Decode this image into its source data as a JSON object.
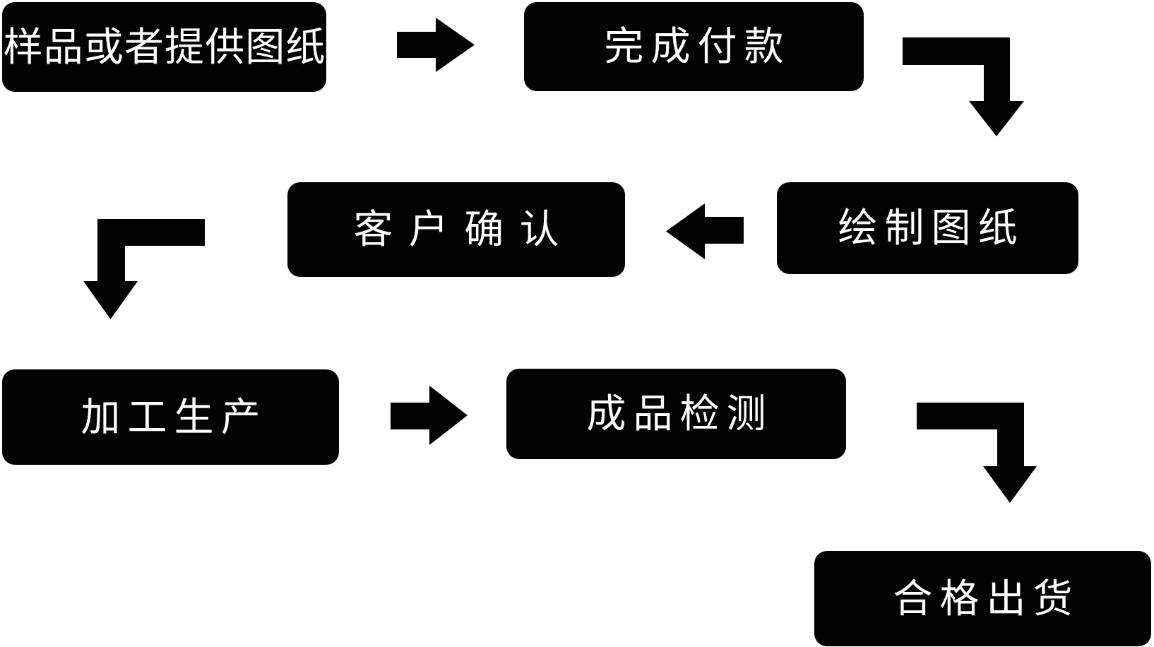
{
  "page": {
    "background_color": "#ffffff",
    "node_fill_color": "#030303",
    "node_text_color": "#ffffff"
  },
  "flowchart": {
    "nodes": [
      {
        "id": "step-1",
        "label": "样品或者提供图纸"
      },
      {
        "id": "step-2",
        "label": "完成付款"
      },
      {
        "id": "step-3",
        "label": "绘制图纸"
      },
      {
        "id": "step-4",
        "label": "客户确认"
      },
      {
        "id": "step-5",
        "label": "加工生产"
      },
      {
        "id": "step-6",
        "label": "成品检测"
      },
      {
        "id": "step-7",
        "label": "合格出货"
      }
    ],
    "edges": [
      {
        "from": "样品或者提供图纸",
        "to": "完成付款",
        "arrow_shape": "straight-right"
      },
      {
        "from": "完成付款",
        "to": "绘制图纸",
        "arrow_shape": "corner-right-down"
      },
      {
        "from": "绘制图纸",
        "to": "客户确认",
        "arrow_shape": "straight-left"
      },
      {
        "from": "客户确认",
        "to": "加工生产",
        "arrow_shape": "corner-left-down"
      },
      {
        "from": "加工生产",
        "to": "成品检测",
        "arrow_shape": "straight-right"
      },
      {
        "from": "成品检测",
        "to": "合格出货",
        "arrow_shape": "corner-right-down"
      }
    ]
  }
}
